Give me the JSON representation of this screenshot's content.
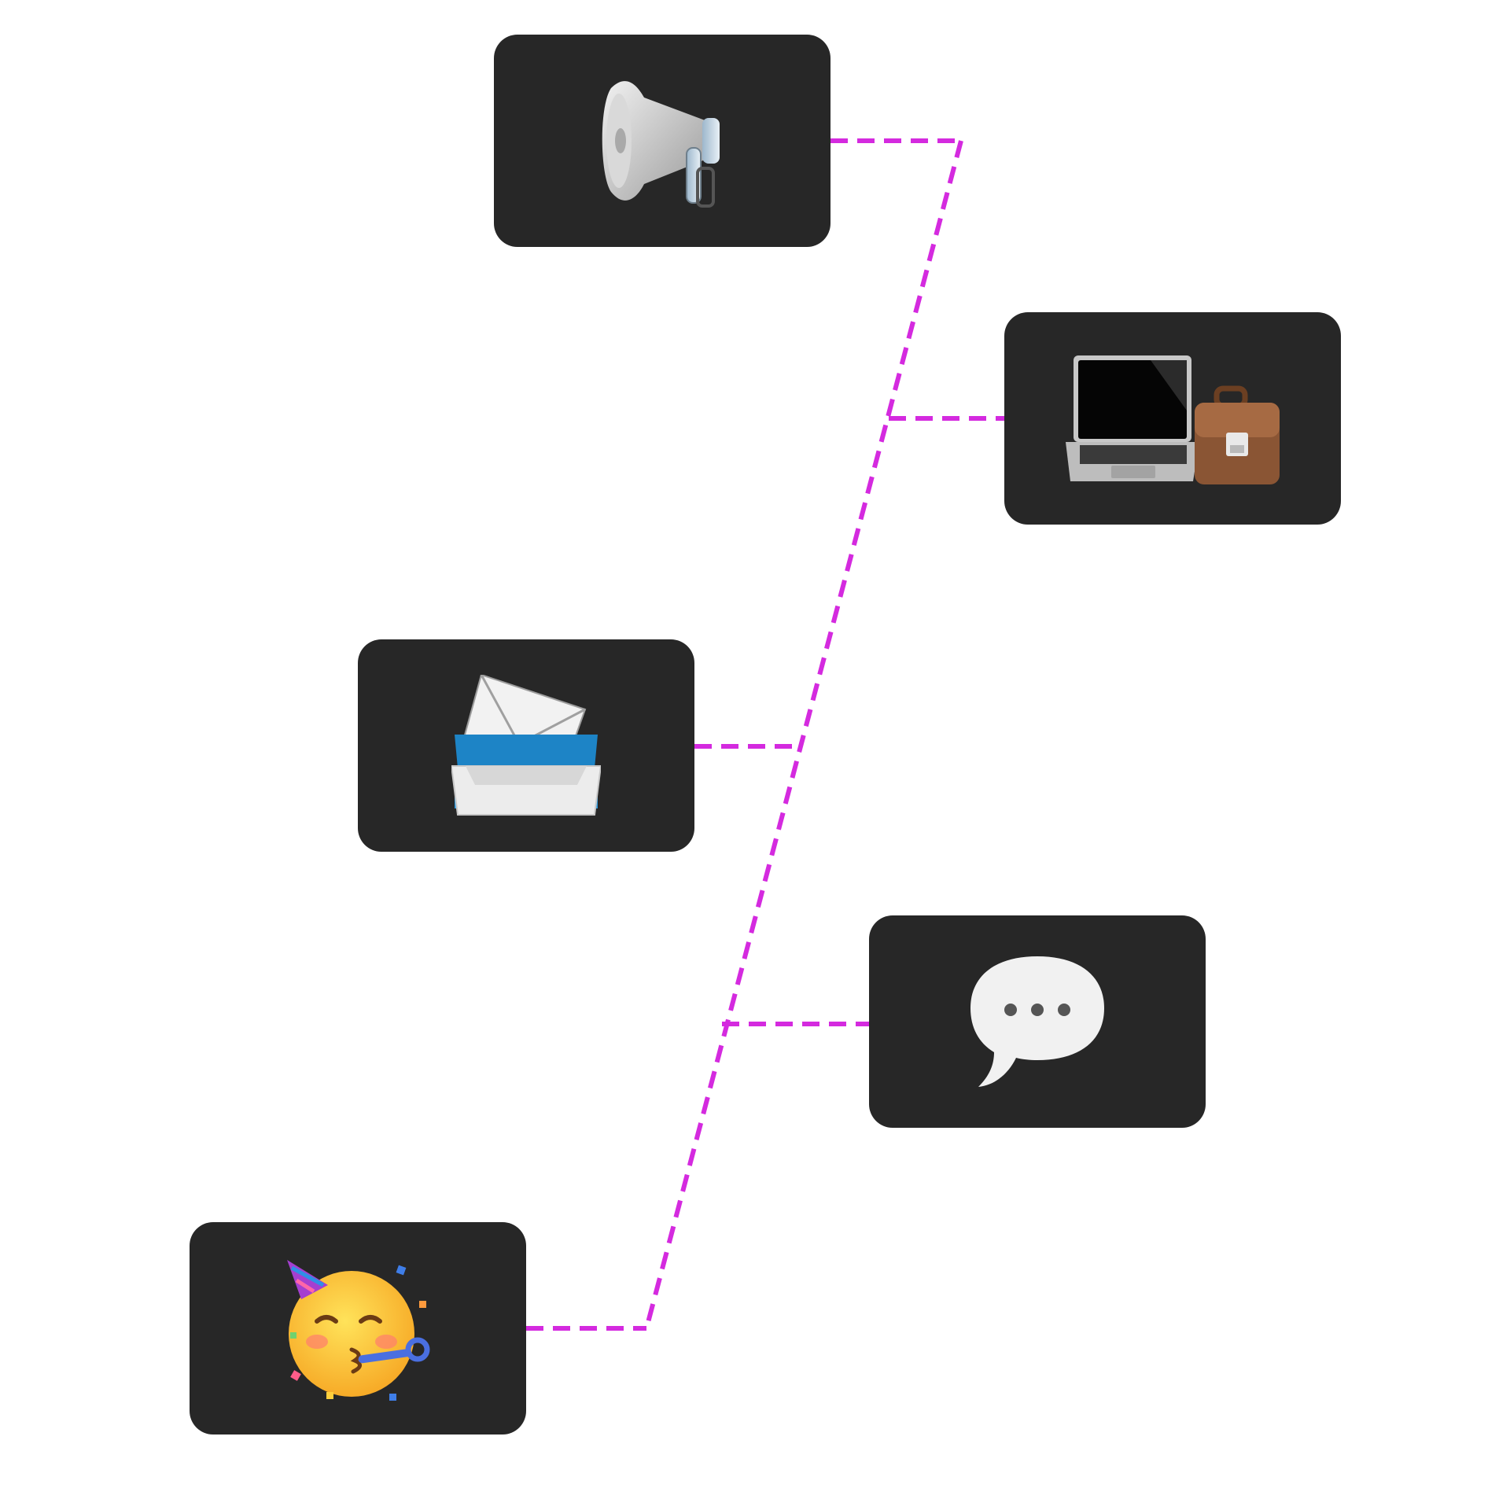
{
  "diagram": {
    "line_color": "#d42adf",
    "card_color": "#272727",
    "nodes": [
      {
        "id": "megaphone",
        "icon": "megaphone-icon",
        "emoji": "📢"
      },
      {
        "id": "work",
        "icon": "laptop-briefcase-icon",
        "emoji": "💻💼"
      },
      {
        "id": "inbox",
        "icon": "inbox-tray-icon",
        "emoji": "📥"
      },
      {
        "id": "message",
        "icon": "speech-balloon-icon",
        "emoji": "💬"
      },
      {
        "id": "party",
        "icon": "partying-face-icon",
        "emoji": "🥳"
      }
    ],
    "connections": [
      {
        "from": "megaphone",
        "to": "spine"
      },
      {
        "from": "work",
        "to": "spine"
      },
      {
        "from": "inbox",
        "to": "spine"
      },
      {
        "from": "message",
        "to": "spine"
      },
      {
        "from": "party",
        "to": "spine"
      }
    ]
  }
}
